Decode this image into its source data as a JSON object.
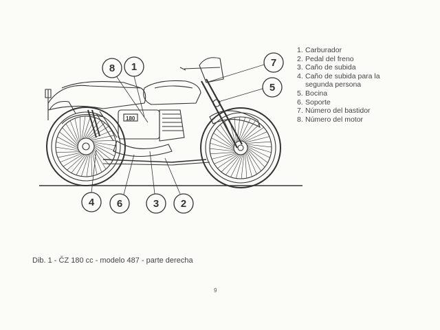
{
  "figure": {
    "callouts": [
      "8",
      "1",
      "7",
      "5",
      "4",
      "6",
      "3",
      "2"
    ],
    "tank_badge": "180"
  },
  "legend": [
    {
      "num": "1.",
      "text": "Carburador"
    },
    {
      "num": "2.",
      "text": "Pedal del freno"
    },
    {
      "num": "3.",
      "text": "Caño de subida"
    },
    {
      "num": "4.",
      "text": "Caño de subida para la segunda persona"
    },
    {
      "num": "5.",
      "text": "Bocina"
    },
    {
      "num": "6.",
      "text": "Soporte"
    },
    {
      "num": "7.",
      "text": "Número del bastidor"
    },
    {
      "num": "8.",
      "text": "Número del motor"
    }
  ],
  "caption": "Dib. 1 - ČZ 180 cc - modelo 487 - parte derecha",
  "page_number": "9"
}
